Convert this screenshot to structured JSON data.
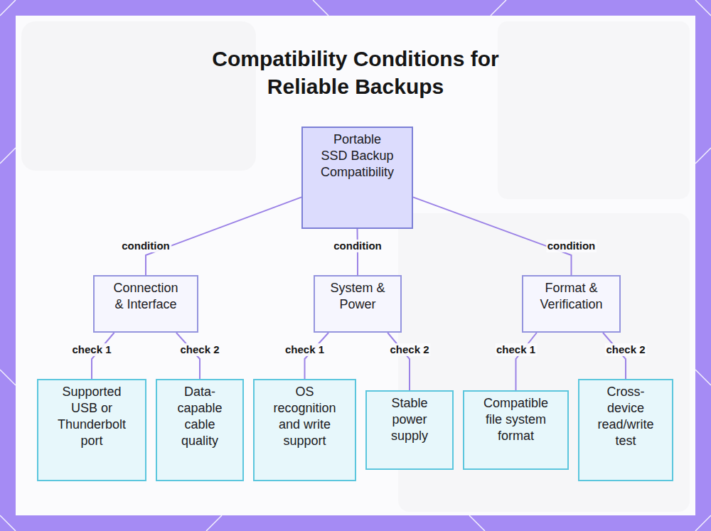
{
  "diagram": {
    "title": "Compatibility Conditions for Reliable Backups",
    "nodes": [
      {
        "text": [
          "Portable SSD Backup Compatibility"
        ]
      },
      {
        "text": [
          "Connection & Interface"
        ]
      },
      {
        "text": [
          "System & Power"
        ]
      },
      {
        "text": [
          "Format & Verification"
        ]
      },
      {
        "text": [
          "Supported USB or Thunderbolt port"
        ]
      },
      {
        "text": [
          "Data-capable cable quality"
        ]
      },
      {
        "text": [
          "OS recognition and write support"
        ]
      },
      {
        "text": [
          "Stable power supply"
        ]
      },
      {
        "text": [
          "Compatible file system format"
        ]
      },
      {
        "text": [
          "Cross-device read/write test"
        ]
      }
    ],
    "edges": [
      {
        "from": 0,
        "to": 1,
        "label": "condition",
        "arrow": "none"
      },
      {
        "from": 0,
        "to": 2,
        "label": "condition",
        "arrow": "none"
      },
      {
        "from": 0,
        "to": 3,
        "label": "condition",
        "arrow": "none"
      },
      {
        "from": 1,
        "to": 4,
        "label": "check 1",
        "arrow": "none"
      },
      {
        "from": 1,
        "to": 5,
        "label": "check 2",
        "arrow": "none"
      },
      {
        "from": 2,
        "to": 6,
        "label": "check 1",
        "arrow": "none"
      },
      {
        "from": 2,
        "to": 7,
        "label": "check 2",
        "arrow": "none"
      },
      {
        "from": 3,
        "to": 8,
        "label": "check 1",
        "arrow": "none"
      },
      {
        "from": 3,
        "to": 9,
        "label": "check 2",
        "arrow": "none"
      }
    ]
  }
}
